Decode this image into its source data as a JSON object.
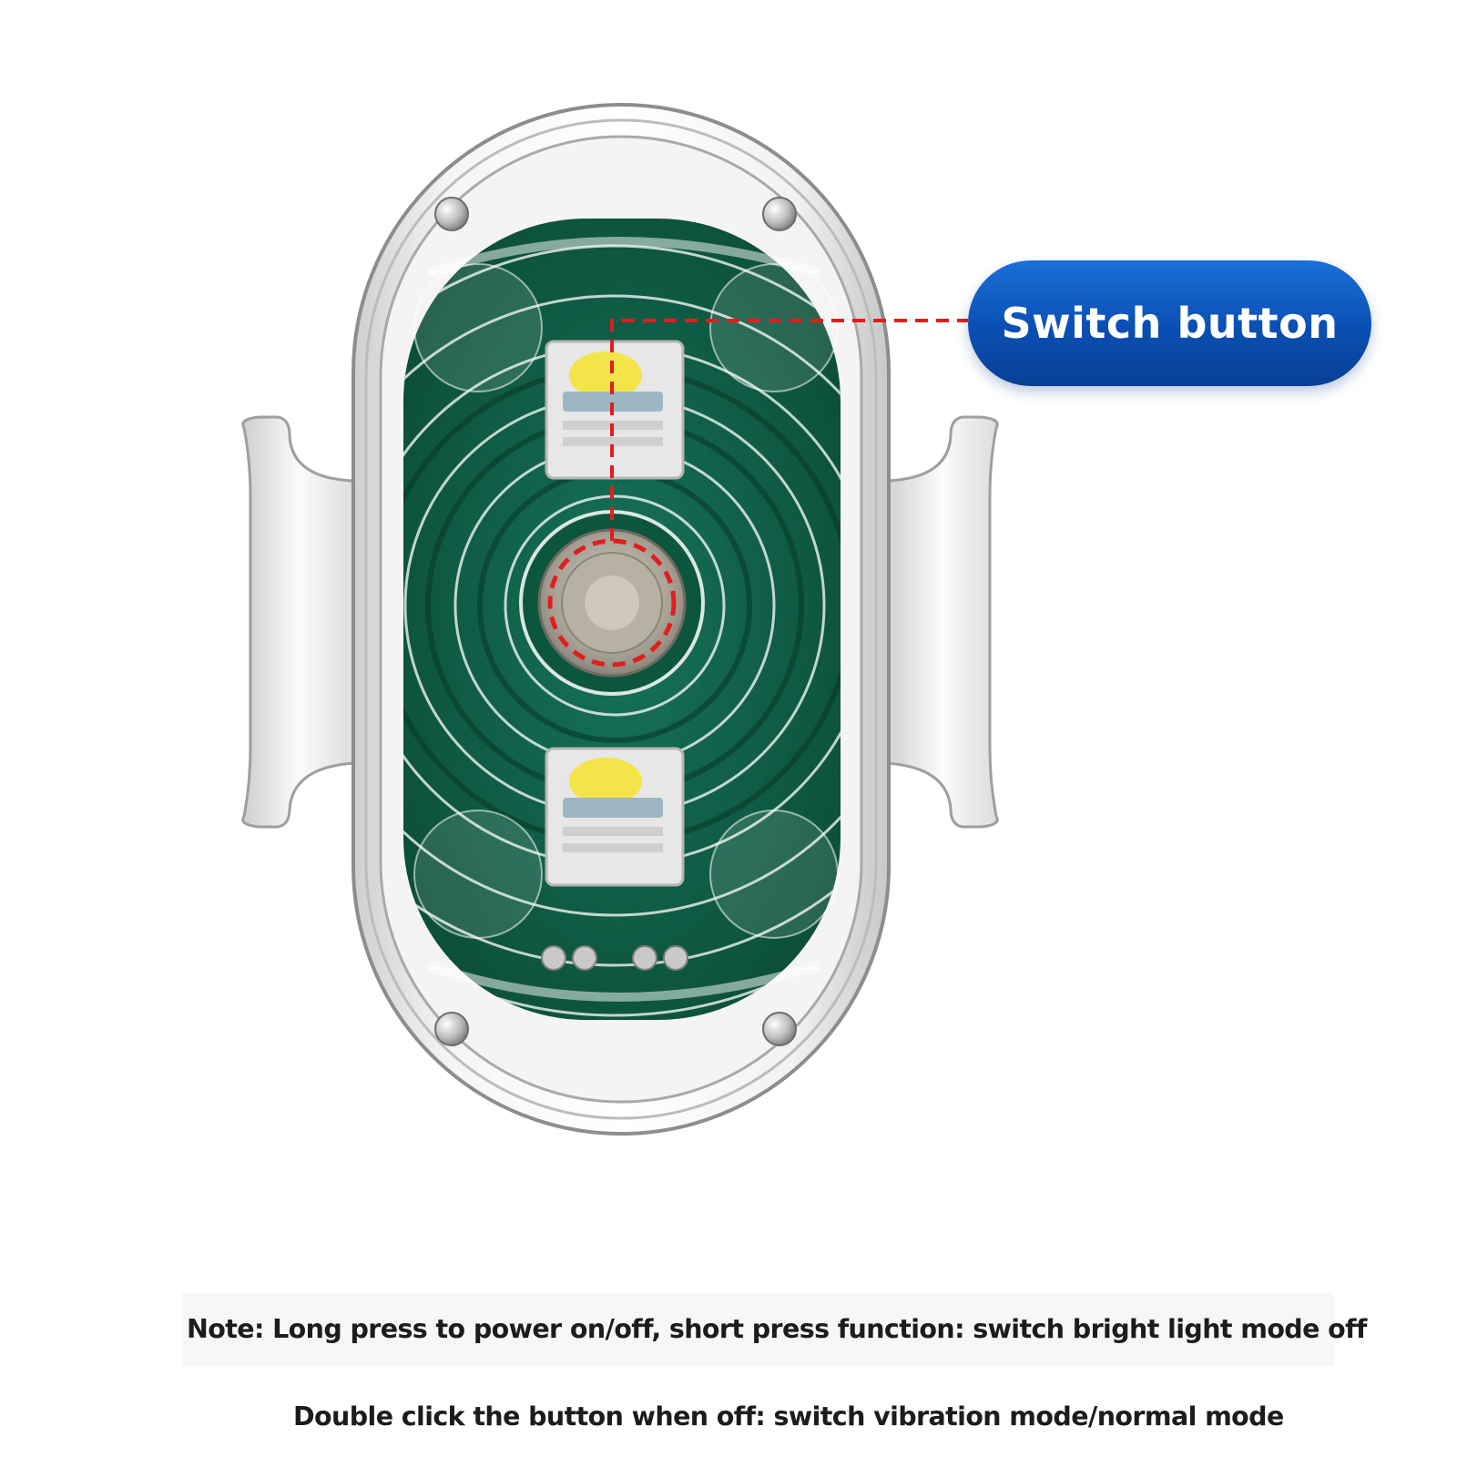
{
  "callout": {
    "label": "Switch button"
  },
  "notes": {
    "line1": "Note: Long press to power on/off, short press function: switch bright light mode off",
    "line2": "Double click the button when off: switch vibration mode/normal mode"
  },
  "colors": {
    "pcb_green": "#0f5e43",
    "callout_blue": "#0a4fb3",
    "dashed_leader": "#e01e1e",
    "led_yellow": "#f3e44a",
    "housing": "#e6e6e6"
  }
}
